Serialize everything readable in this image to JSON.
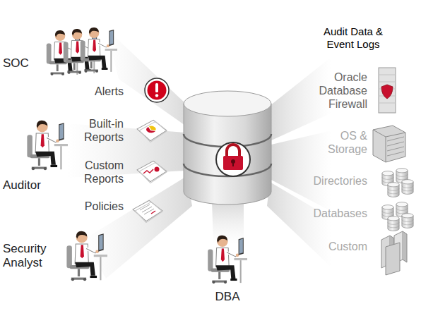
{
  "diagram": {
    "labels": [
      "Audit Data & Event Logs",
      "SOC",
      "Alerts",
      "Oracle Database Firewall",
      "Built-in Reports",
      "OS & Storage",
      "Custom Reports",
      "Directories",
      "Auditor",
      "Policies",
      "Databases",
      "Security Analyst",
      "Custom",
      "DBA"
    ]
  }
}
